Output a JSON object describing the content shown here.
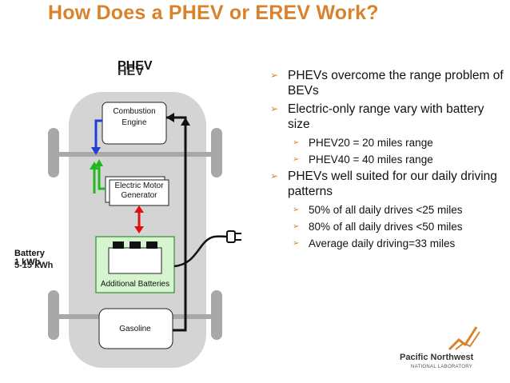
{
  "title": "How Does a PHEV or EREV Work?",
  "diagram": {
    "label_phev": "PHEV",
    "label_hev": "HEV",
    "battery_label": "Battery",
    "battery_capacity_a": "1 kWh",
    "battery_capacity_b": "5-15 kWh",
    "combustion_engine": "Combustion Engine",
    "electric_motor": "Electric Motor Generator",
    "additional_batteries": "Additional Batteries",
    "gasoline": "Gasoline",
    "colors": {
      "car_body": "#d4d4d4",
      "wheels": "#a8a8a8",
      "battery_fill": "#d6f5cf",
      "battery_border": "#2f8f2f",
      "arrow_blue": "#1f3fd8",
      "arrow_green": "#1fb81f",
      "arrow_red": "#e01010"
    }
  },
  "bullets": [
    {
      "text": "PHEVs  overcome the range problem of  BEVs",
      "sub": []
    },
    {
      "text": "Electric-only range vary with battery size",
      "sub": [
        "PHEV20 = 20 miles range",
        "PHEV40 = 40 miles range"
      ]
    },
    {
      "text": "PHEVs well suited for our daily driving patterns",
      "sub": [
        "50% of all daily drives <25 miles",
        "80% of all daily drives <50 miles",
        "Average daily driving=33 miles"
      ]
    }
  ],
  "logo": {
    "line1": "Pacific Northwest",
    "line2": "NATIONAL LABORATORY",
    "accent": "#d9822b"
  },
  "accent_color": "#d9822b"
}
